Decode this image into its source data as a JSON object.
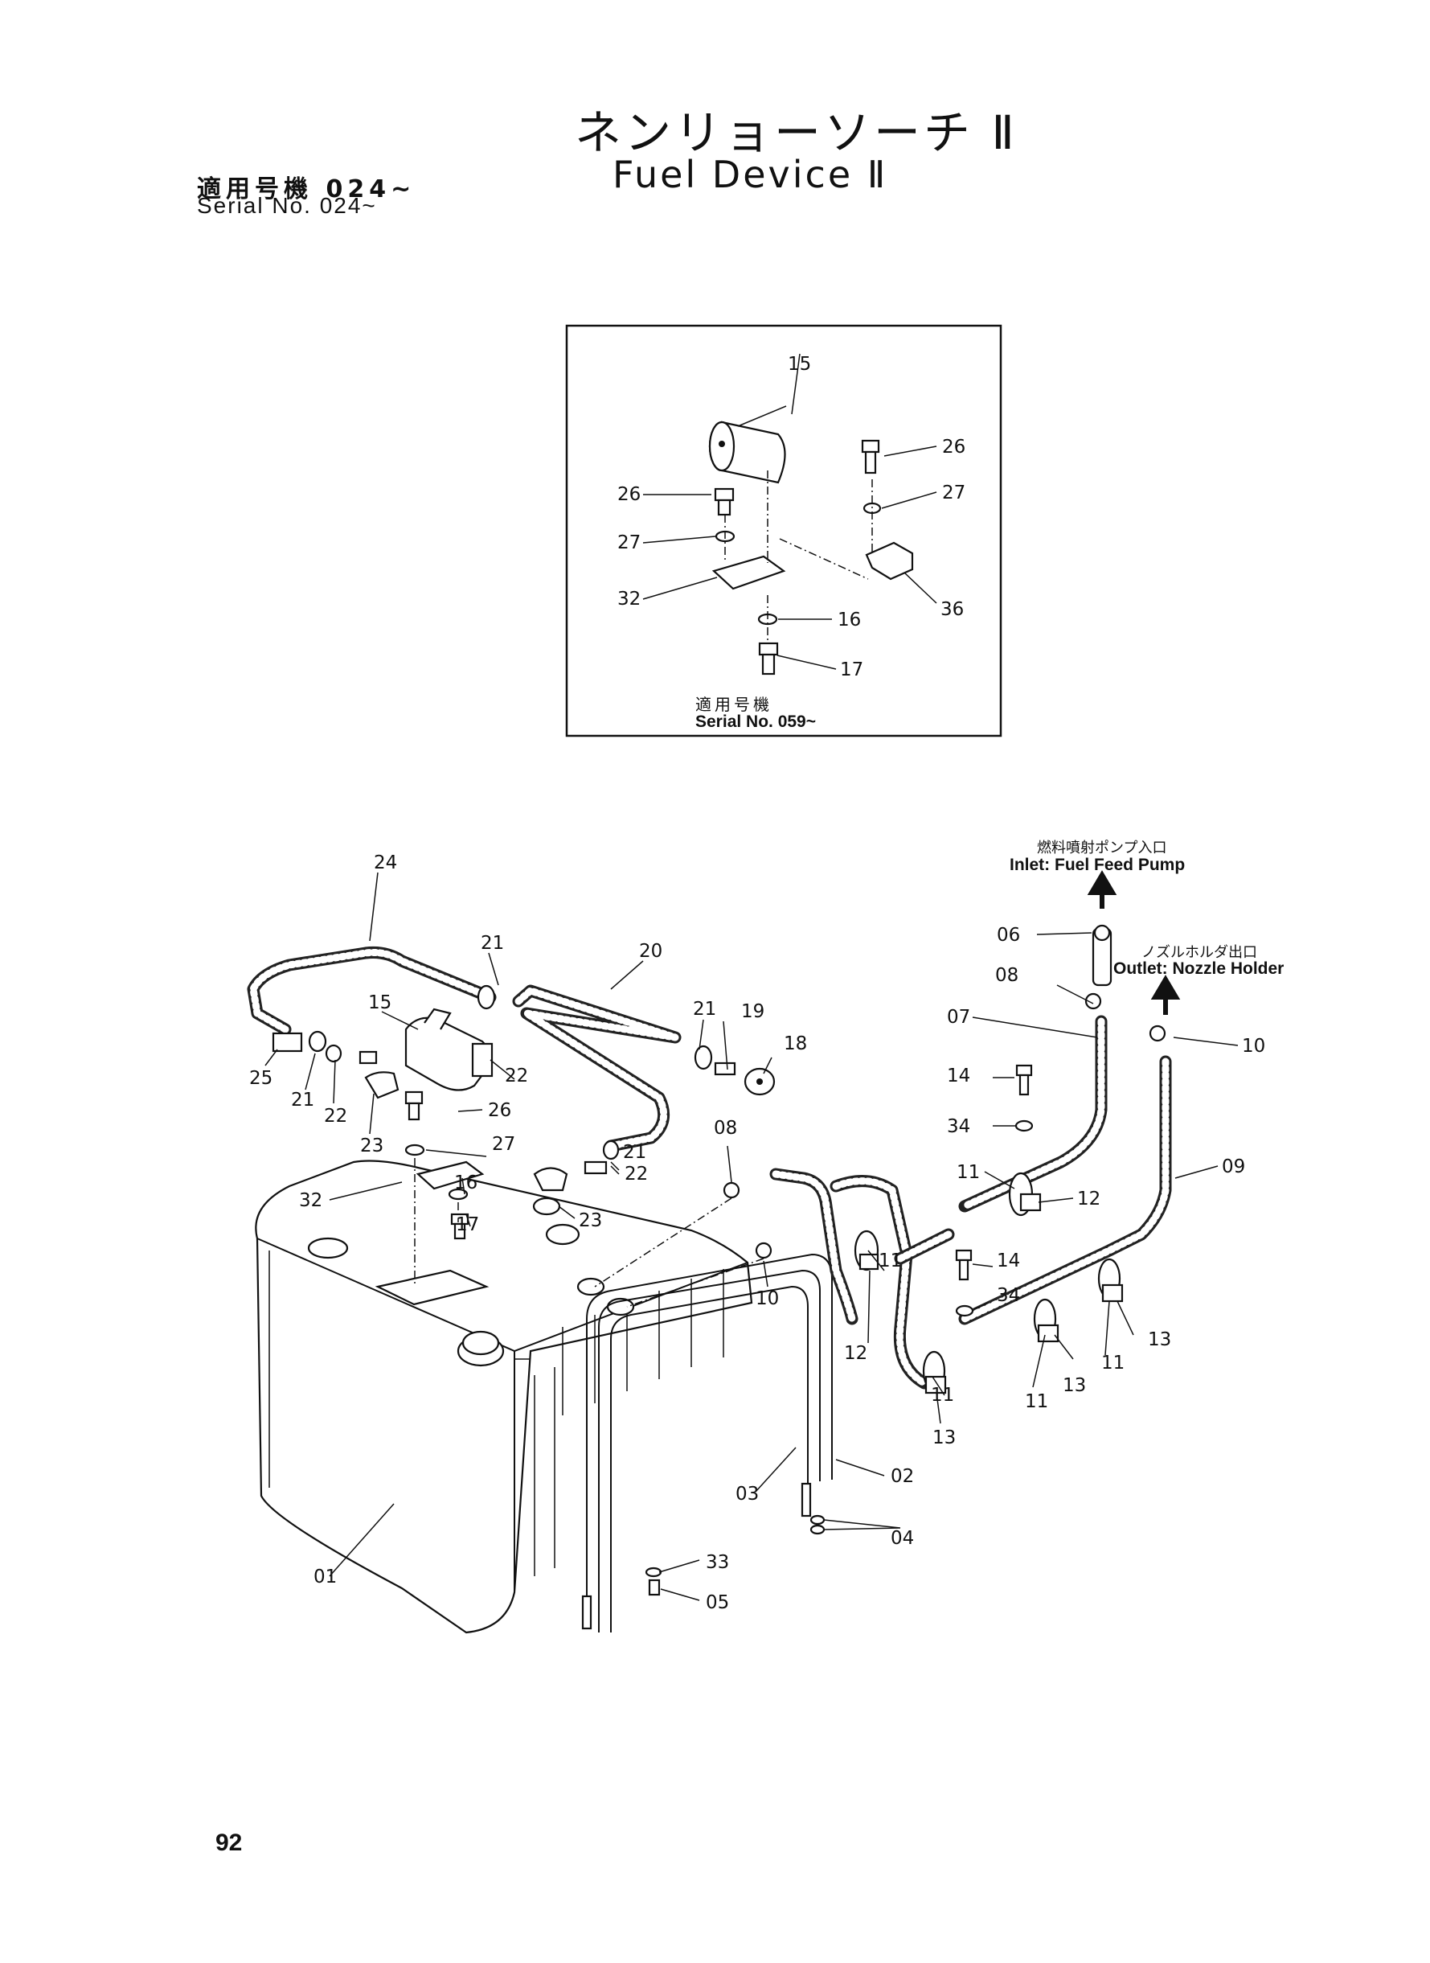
{
  "header": {
    "title_jp": "ネンリョーソーチ Ⅱ",
    "title_en": "Fuel Device Ⅱ",
    "serial_jp": "適用号機 024~",
    "serial_en": "Serial No. 024~"
  },
  "inset": {
    "note_jp": "適用号機",
    "note_en": "Serial No. 059~",
    "labels": {
      "p15": "15",
      "p26a": "26",
      "p26b": "26",
      "p27a": "27",
      "p27b": "27",
      "p32": "32",
      "p36": "36",
      "p16": "16",
      "p17": "17"
    }
  },
  "callouts": {
    "inlet_jp": "燃料噴射ポンプ入口",
    "inlet_en": "Inlet: Fuel Feed Pump",
    "outlet_jp": "ノズルホルダ出口",
    "outlet_en": "Outlet: Nozzle Holder"
  },
  "labels": {
    "p24": "24",
    "p21a": "21",
    "p20": "20",
    "p21b": "21",
    "p19": "19",
    "p18": "18",
    "p15": "15",
    "p22a": "22",
    "p25": "25",
    "p21c": "21",
    "p22b": "22",
    "p23a": "23",
    "p26": "26",
    "p27": "27",
    "p32": "32",
    "p16": "16",
    "p17": "17",
    "p23b": "23",
    "p22c": "22",
    "p21d": "21",
    "p08a": "08",
    "p10a": "10",
    "p06": "06",
    "p08b": "08",
    "p07": "07",
    "p10b": "10",
    "p14a": "14",
    "p34a": "34",
    "p11a": "11",
    "p12a": "12",
    "p09": "09",
    "p11b": "11",
    "p12b": "12",
    "p14b": "14",
    "p34b": "34",
    "p11c": "11",
    "p11d": "11",
    "p13a": "13",
    "p13b": "13",
    "p11e": "11",
    "p13c": "13",
    "p02": "02",
    "p03": "03",
    "p04": "04",
    "p01": "01",
    "p33": "33",
    "p05": "05"
  },
  "footer": {
    "page_number": "92"
  }
}
